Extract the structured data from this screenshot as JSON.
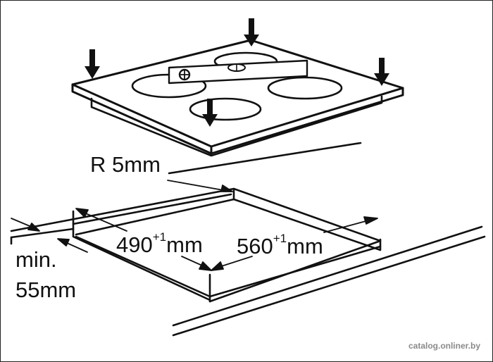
{
  "labels": {
    "radius": "R 5mm",
    "depth_value": "490",
    "depth_tol": "+1",
    "depth_unit": "mm",
    "width_value": "560",
    "width_tol": "+1",
    "width_unit": "mm",
    "min_line1": "min.",
    "min_line2": "55mm"
  },
  "watermark": "catalog.onliner.by",
  "colors": {
    "line": "#111111",
    "background": "#ffffff",
    "watermark": "#8a8a8a"
  },
  "icons": [
    "down-arrow-icon",
    "spirit-level-icon"
  ]
}
